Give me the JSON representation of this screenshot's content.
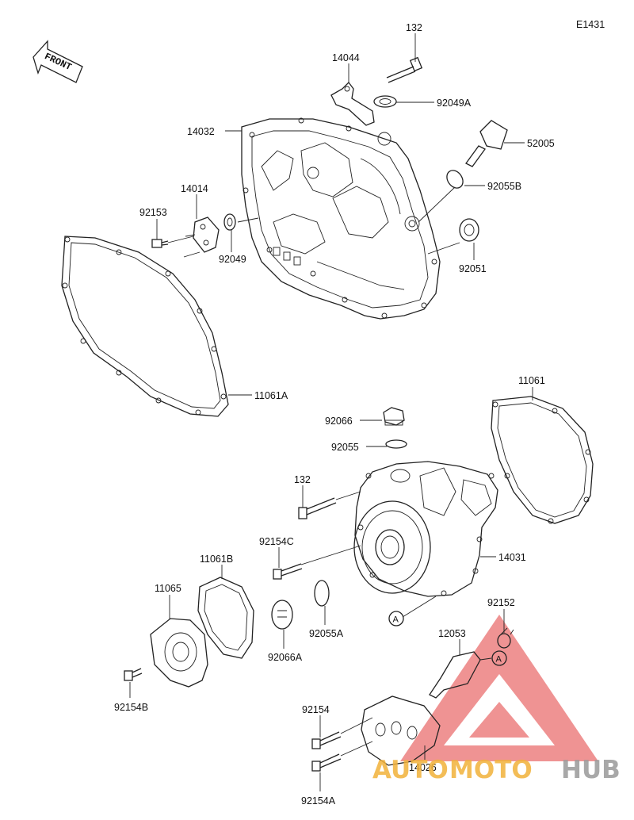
{
  "diagram_code": "E1431",
  "front_label": "FRONT",
  "parts": {
    "p132_top": "132",
    "p14044": "14044",
    "p92049A": "92049A",
    "p14032": "14032",
    "p52005": "52005",
    "p92055B": "92055B",
    "p14014": "14014",
    "p92153": "92153",
    "p92049": "92049",
    "p92051": "92051",
    "p11061A": "11061A",
    "p11061": "11061",
    "p92066": "92066",
    "p92055": "92055",
    "p132_mid": "132",
    "p14031": "14031",
    "p92154C": "92154C",
    "p11061B": "11061B",
    "p11065": "11065",
    "p92055A": "92055A",
    "p92066A": "92066A",
    "p92154B": "92154B",
    "p92152": "92152",
    "p12053": "12053",
    "p92154": "92154",
    "p14026": "14026",
    "p92154A": "92154A"
  },
  "refs": {
    "ref_a1": "A",
    "ref_a2": "A"
  },
  "watermark": {
    "part1": "AUTO",
    "part2": "MOTO",
    "part3": "HUB"
  },
  "colors": {
    "watermark_red": "#e23b3b",
    "watermark_orange": "#f2b23a",
    "watermark_grey": "#9a9a9a",
    "line": "#222222"
  }
}
